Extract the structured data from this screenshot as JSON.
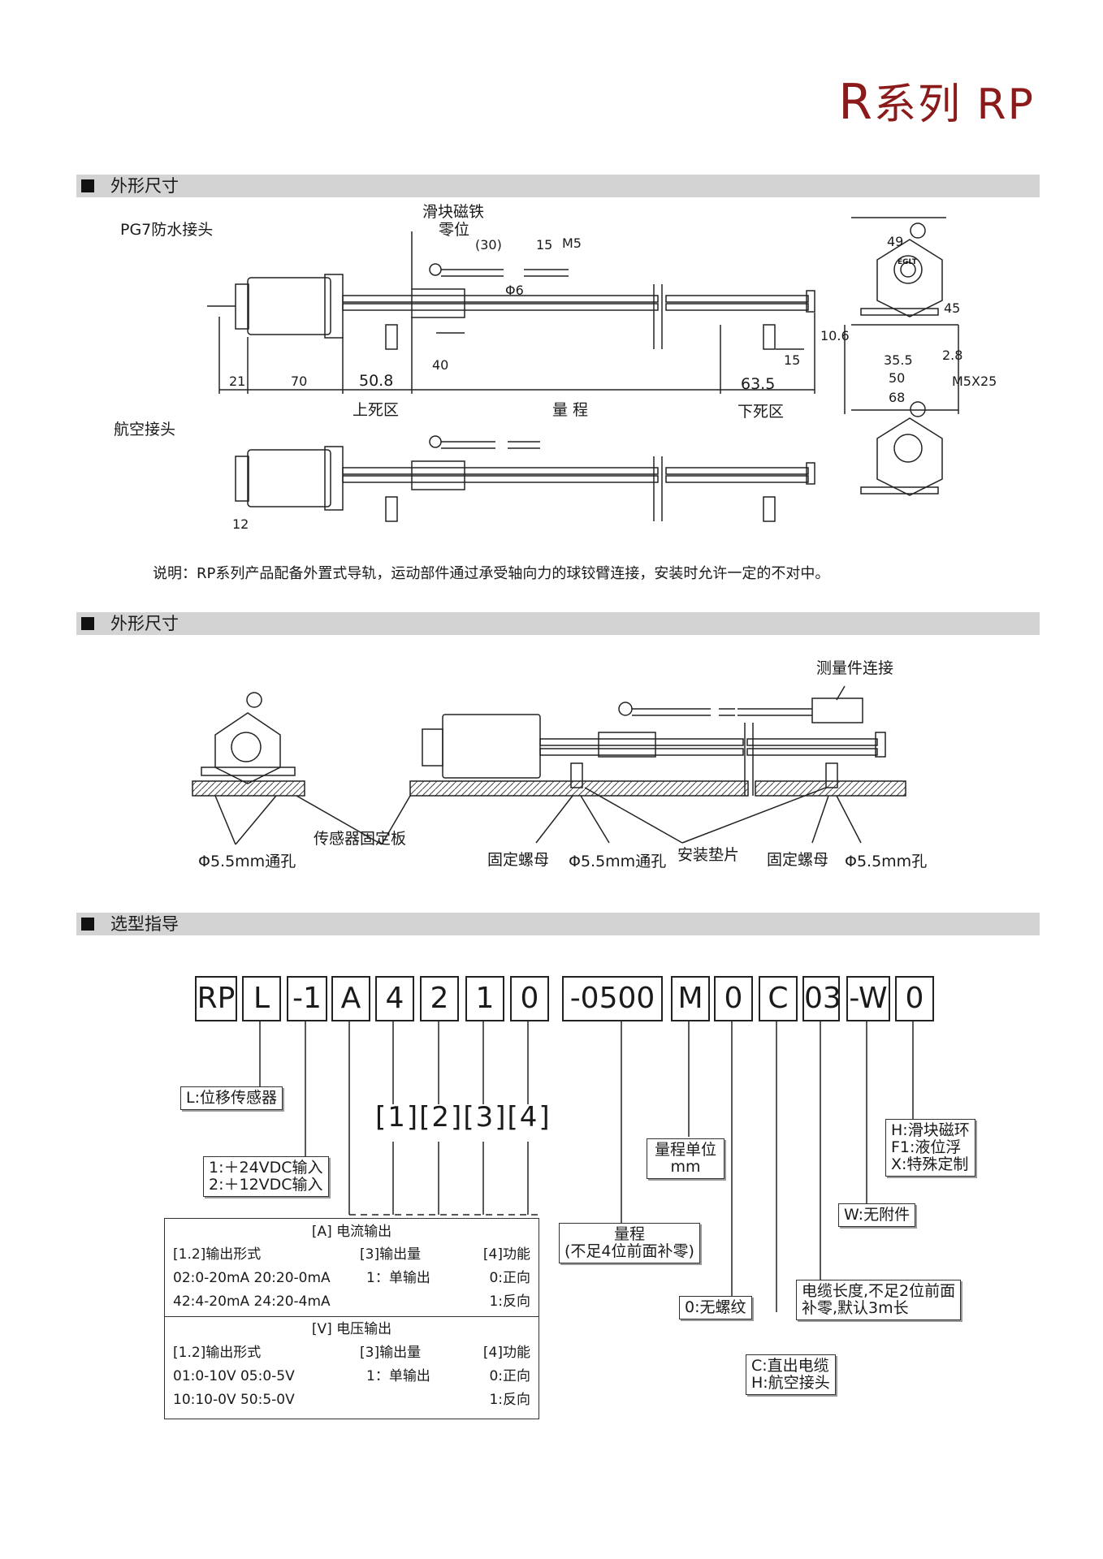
{
  "header": {
    "series_letter": "R",
    "series_text": "系列",
    "model": "RP"
  },
  "sections": {
    "s1": "外形尺寸",
    "s2": "外形尺寸",
    "s3": "选型指导"
  },
  "dims": {
    "pg7": "PG7防水接头",
    "aviation": "航空接头",
    "slider1": "滑块磁铁",
    "slider2": "零位",
    "d30": "(30)",
    "d15a": "15",
    "m5": "M5",
    "phi6": "Φ6",
    "d40": "40",
    "d15b": "15",
    "d21": "21",
    "d70": "70",
    "d508": "50.8",
    "d635": "63.5",
    "upper": "上死区",
    "range": "量  程",
    "lower": "下死区",
    "d12": "12",
    "d49": "49",
    "d45": "45",
    "d106": "10.6",
    "d28": "2.8",
    "d355": "35.5",
    "d50": "50",
    "d68": "68",
    "m5x25": "M5X25",
    "brand": "EGLT"
  },
  "note": "说明：RP系列产品配备外置式导轨，运动部件通过承受轴向力的球铰臂连接，安装时允许一定的不对中。",
  "install": {
    "measure": "测量件连接",
    "hole1": "Φ5.5mm通孔",
    "plate": "传感器固定板",
    "nut1": "固定螺母",
    "hole2": "Φ5.5mm通孔",
    "spacer": "安装垫片",
    "nut2": "固定螺母",
    "hole3": "Φ5.5mm孔"
  },
  "code": {
    "parts": [
      "RP",
      "L",
      "-1",
      "A",
      "4",
      "2",
      "1",
      "0",
      "-0500",
      "M",
      "0",
      "C",
      "03",
      "-W",
      "0"
    ],
    "idx": "[1][2][3][4]",
    "l_desc": "L:位移传感器",
    "volt1": "1:＋24VDC输入",
    "volt2": "2:＋12VDC输入",
    "range1": "量程",
    "range2": "(不足4位前面补零)",
    "unit1": "量程单位",
    "unit2": "mm",
    "thread": "0:无螺纹",
    "cable1": "C:直出电缆",
    "cable2": "H:航空接头",
    "len1": "电缆长度,不足2位前面",
    "len2": "补零,默认3m长",
    "acc": "W:无附件",
    "opt1": "H:滑块磁环",
    "opt2": "F1:液位浮",
    "opt3": "X:特殊定制"
  },
  "table": {
    "a_title": "[A]  电流输出",
    "h1": "[1.2]输出形式",
    "h3": "[3]输出量",
    "h4": "[4]功能",
    "a_r1c1": "02:0-20mA 20:20-0mA",
    "a_r1c2": "1：单输出",
    "a_r1c3": "0:正向",
    "a_r2c1": "42:4-20mA 24:20-4mA",
    "a_r2c3": "1:反向",
    "v_title": "[V]  电压输出",
    "v_h1": "[1.2]输出形式",
    "v_h3": "[3]输出量",
    "v_h4": "[4]功能",
    "v_r1c1": "01:0-10V 05:0-5V",
    "v_r1c2": "1：单输出",
    "v_r1c3": "0:正向",
    "v_r2c1": "10:10-0V 50:5-0V",
    "v_r2c3": "1:反向"
  }
}
